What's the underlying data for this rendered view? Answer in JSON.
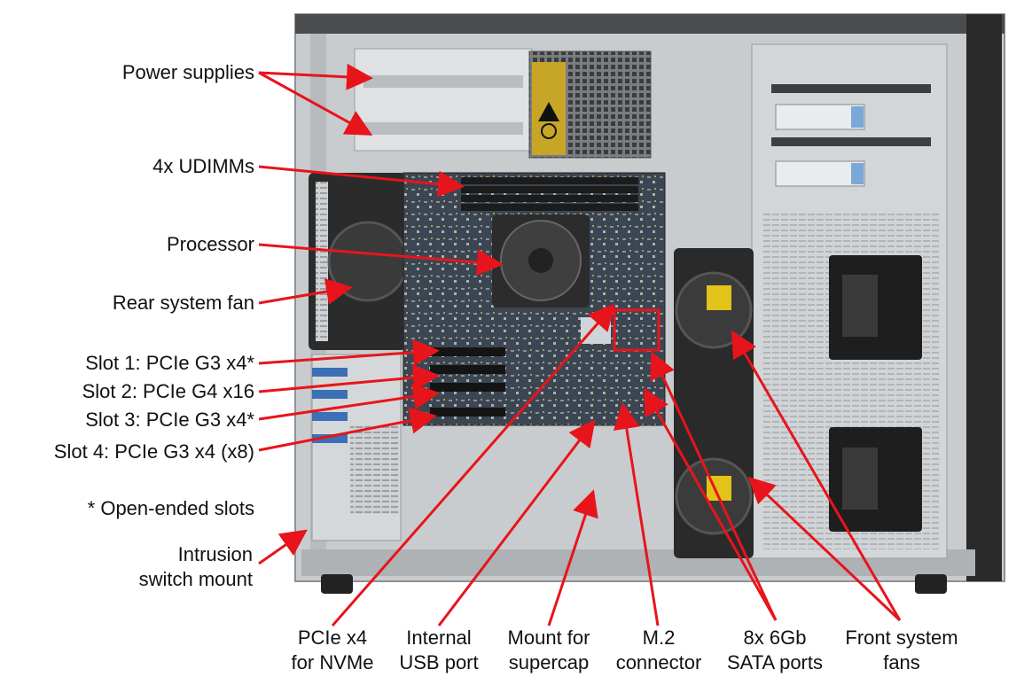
{
  "labels": {
    "power_supplies": "Power supplies",
    "udimms": "4x UDIMMs",
    "processor": "Processor",
    "rear_fan": "Rear system fan",
    "slot1": "Slot 1: PCIe G3 x4*",
    "slot2": "Slot 2: PCIe G4 x16",
    "slot3": "Slot 3: PCIe G3 x4*",
    "slot4": "Slot 4: PCIe G3 x4 (x8)",
    "open_ended": "* Open-ended slots",
    "intrusion_1": "Intrusion",
    "intrusion_2": "switch mount",
    "pcie_nvme_1": "PCIe x4",
    "pcie_nvme_2": "for NVMe",
    "usb_1": "Internal",
    "usb_2": "USB port",
    "supercap_1": "Mount for",
    "supercap_2": "supercap",
    "m2_1": "M.2",
    "m2_2": "connector",
    "sata_1": "8x 6Gb",
    "sata_2": "SATA ports",
    "front_fans_1": "Front system",
    "front_fans_2": "fans"
  },
  "colors": {
    "arrow": "#e8141b",
    "chassis": "#c9ccce",
    "board": "#3b4652",
    "panel_dark": "#1a1a1a"
  }
}
